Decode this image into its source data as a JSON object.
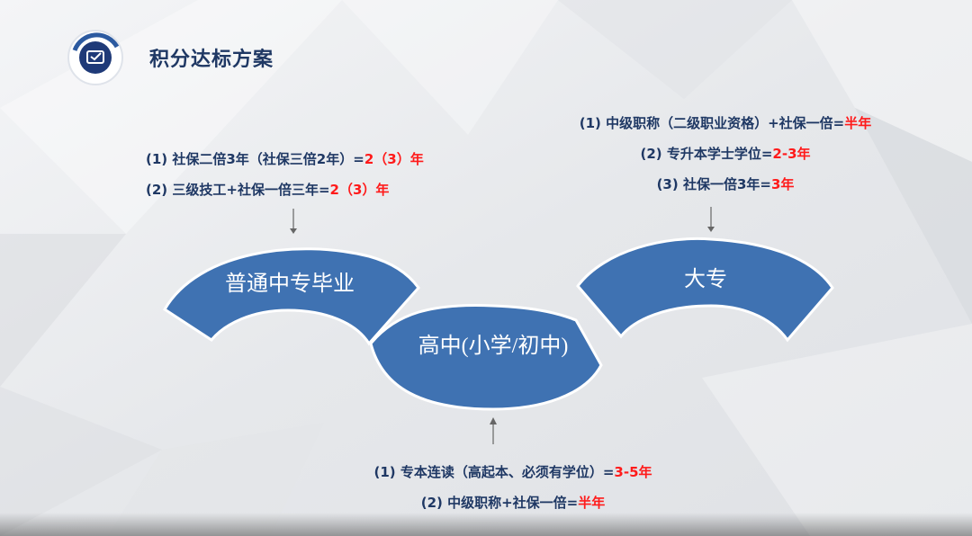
{
  "title": "积分达标方案",
  "stages": {
    "left": "普通中专毕业",
    "middle": "高中(小学/初中)",
    "right": "大专"
  },
  "notes_left": [
    {
      "text": "(1) 社保二倍3年（社保三倍2年）=",
      "highlight": "2（3）年"
    },
    {
      "text": "(2) 三级技工+社保一倍三年=",
      "highlight": "2（3）年"
    }
  ],
  "notes_right": [
    {
      "text": "(1) 中级职称（二级职业资格）+社保一倍=",
      "highlight": "半年"
    },
    {
      "text": "(2) 专升本学士学位=",
      "highlight": "2-3年"
    },
    {
      "text": "(3) 社保一倍3年=",
      "highlight": "3年"
    }
  ],
  "notes_bottom": [
    {
      "text": "(1) 专本连读（高起本、必须有学位）=",
      "highlight": "3-5年"
    },
    {
      "text": "(2) 中级职称+社保一倍=",
      "highlight": "半年"
    }
  ],
  "colors": {
    "shape_fill": "#3f72b2",
    "shape_stroke": "#ffffff",
    "title": "#1f3864",
    "highlight": "#ff1a1a"
  },
  "icons": {
    "title_badge": "checkmark-screen-icon"
  }
}
